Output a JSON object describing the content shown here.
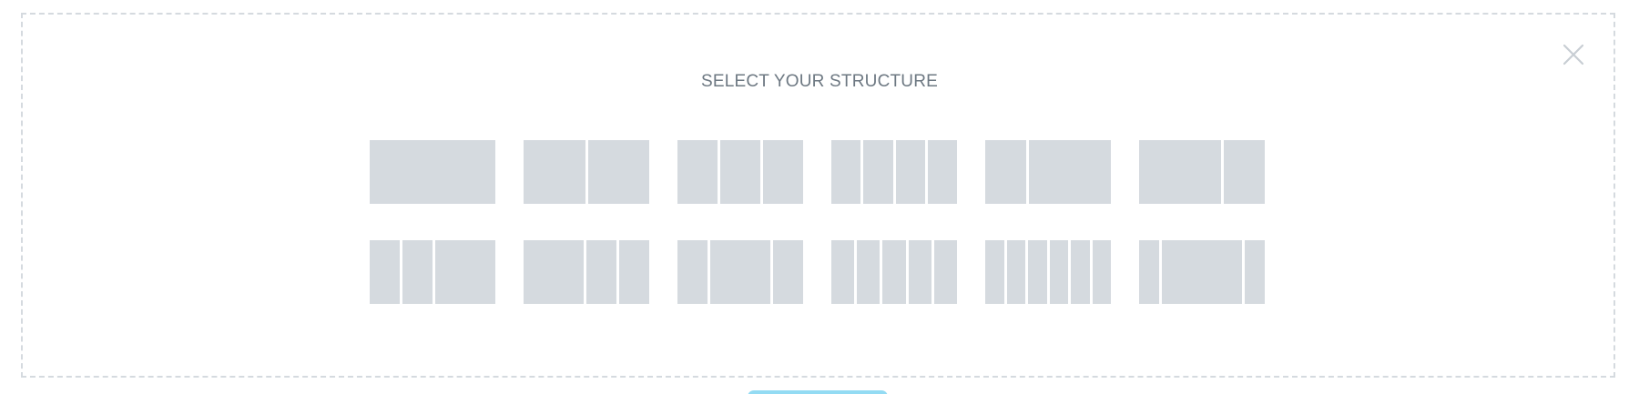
{
  "title": "SELECT YOUR STRUCTURE",
  "close_icon": "close-icon",
  "colors": {
    "panel_border": "#d5dadf",
    "preset_cell": "#d5dadf",
    "title_text": "#6d7882",
    "close_icon": "#c8ced4",
    "accent_tab": "#93dbf3"
  },
  "presets": [
    {
      "id": "100",
      "columns": [
        100
      ]
    },
    {
      "id": "50-50",
      "columns": [
        50,
        50
      ]
    },
    {
      "id": "33-33-33",
      "columns": [
        33,
        33,
        33
      ]
    },
    {
      "id": "25-25-25-25",
      "columns": [
        25,
        25,
        25,
        25
      ]
    },
    {
      "id": "33-66",
      "columns": [
        33,
        66
      ]
    },
    {
      "id": "66-33",
      "columns": [
        66,
        33
      ]
    },
    {
      "id": "25-25-50",
      "columns": [
        25,
        25,
        50
      ]
    },
    {
      "id": "50-25-25",
      "columns": [
        50,
        25,
        25
      ]
    },
    {
      "id": "25-50-25",
      "columns": [
        25,
        50,
        25
      ]
    },
    {
      "id": "20-20-20-20-20",
      "columns": [
        20,
        20,
        20,
        20,
        20
      ]
    },
    {
      "id": "16-16-16-16-16-16",
      "columns": [
        16,
        16,
        16,
        16,
        16,
        16
      ]
    },
    {
      "id": "16-66-16",
      "columns": [
        16,
        66,
        16
      ]
    }
  ]
}
